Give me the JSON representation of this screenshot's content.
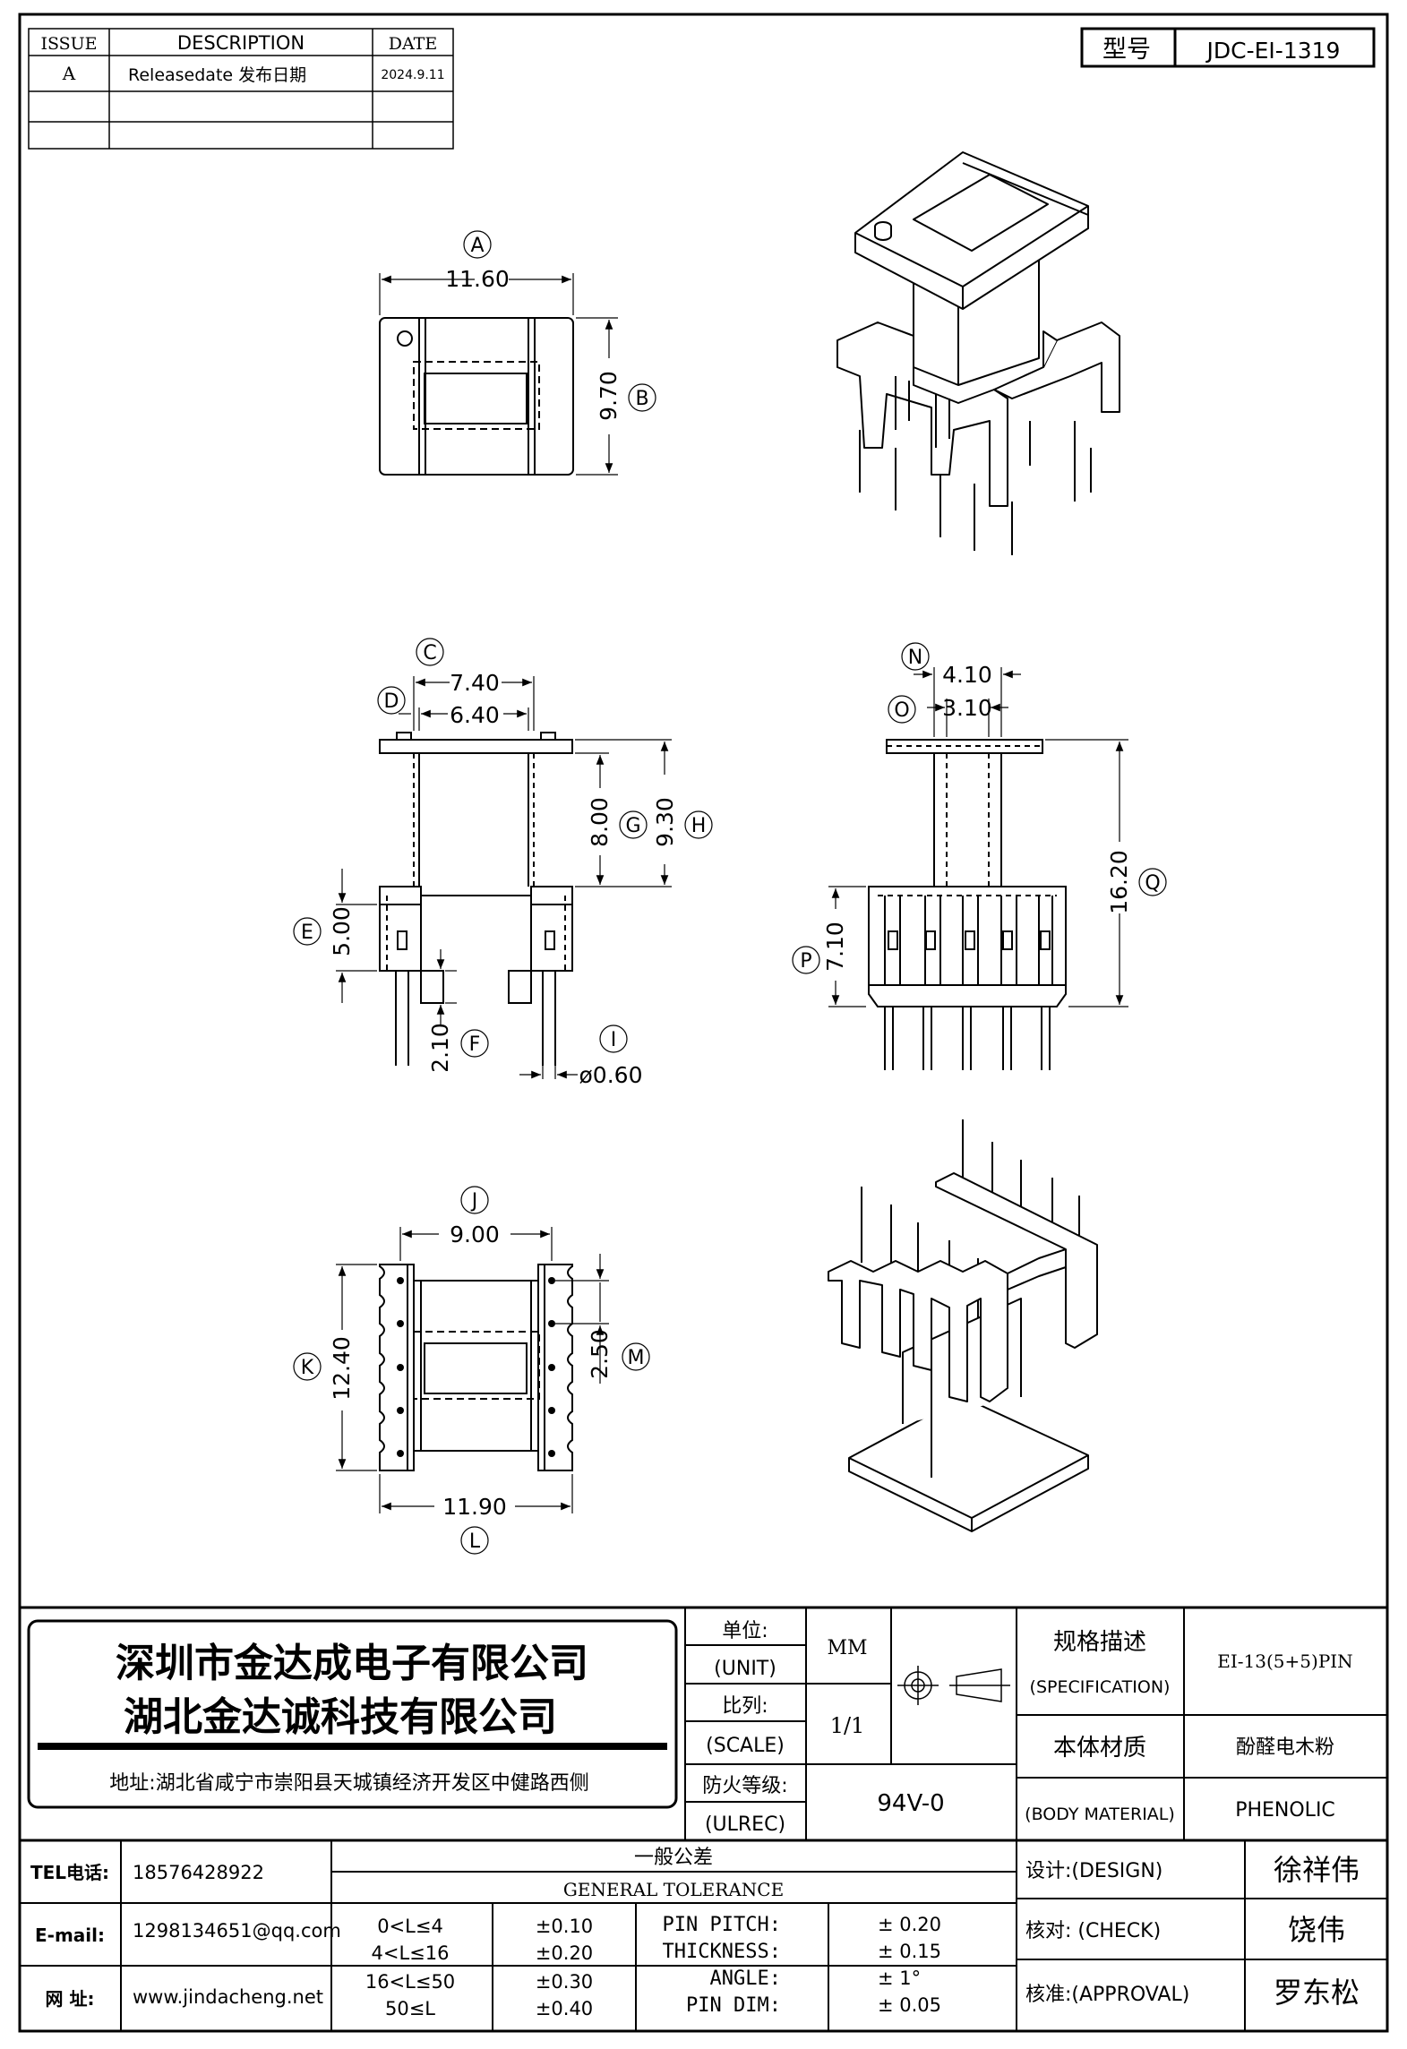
{
  "revision_table": {
    "headers": [
      "ISSUE",
      "DESCRIPTION",
      "DATE"
    ],
    "rows": [
      {
        "issue": "A",
        "description": "Releasedate 发布日期",
        "date": "2024.9.11"
      }
    ]
  },
  "model": {
    "label": "型号",
    "value": "JDC-EI-1319"
  },
  "dimensions": {
    "A": {
      "letter": "A",
      "value": "11.60"
    },
    "B": {
      "letter": "B",
      "value": "9.70"
    },
    "C": {
      "letter": "C",
      "value": "7.40"
    },
    "D": {
      "letter": "D",
      "value": "6.40"
    },
    "E": {
      "letter": "E",
      "value": "5.00"
    },
    "F": {
      "letter": "F",
      "value": "2.10"
    },
    "G": {
      "letter": "G",
      "value": "8.00"
    },
    "H": {
      "letter": "H",
      "value": "9.30"
    },
    "I": {
      "letter": "I",
      "value": "ø0.60"
    },
    "J": {
      "letter": "J",
      "value": "9.00"
    },
    "K": {
      "letter": "K",
      "value": "12.40"
    },
    "L": {
      "letter": "L",
      "value": "11.90"
    },
    "M": {
      "letter": "M",
      "value": "2.50"
    },
    "N": {
      "letter": "N",
      "value": "4.10"
    },
    "O": {
      "letter": "O",
      "value": "3.10"
    },
    "P": {
      "letter": "P",
      "value": "7.10"
    },
    "Q": {
      "letter": "Q",
      "value": "16.20"
    }
  },
  "company": {
    "name1": "深圳市金达成电子有限公司",
    "name2": "湖北金达诚科技有限公司",
    "address": "地址:湖北省咸宁市崇阳县天城镇经济开发区中健路西侧"
  },
  "specs": {
    "unit_label_cn": "单位:",
    "unit_label_en": "(UNIT)",
    "unit_value": "MM",
    "scale_label_cn": "比列:",
    "scale_label_en": "(SCALE)",
    "scale_value": "1/1",
    "fire_label_cn": "防火等级:",
    "fire_label_en": "(ULREC)",
    "fire_value": "94V-0",
    "spec_label_cn": "规格描述",
    "spec_label_en": "(SPECIFICATION)",
    "spec_value": "EI-13(5+5)PIN",
    "material_label_cn": "本体材质",
    "material_label_en": "(BODY MATERIAL)",
    "material_value_cn": "酚醛电木粉",
    "material_value_en": "PHENOLIC"
  },
  "contact": {
    "tel_label": "TEL电话:",
    "tel_value": "18576428922",
    "email_label": "E-mail:",
    "email_value": "1298134651@qq.com",
    "web_label": "网   址:",
    "web_value": "www.jindacheng.net"
  },
  "tolerance": {
    "title_cn": "一般公差",
    "title_en": "GENERAL  TOLERANCE",
    "ranges": [
      {
        "range": "0<L≤4",
        "value": "±0.10"
      },
      {
        "range": "4<L≤16",
        "value": "±0.20"
      },
      {
        "range": "16<L≤50",
        "value": "±0.30"
      },
      {
        "range": "50≤L",
        "value": "±0.40"
      }
    ],
    "items": [
      {
        "name": "PIN PITCH:",
        "value": "±  0.20"
      },
      {
        "name": "THICKNESS:",
        "value": "±  0.15"
      },
      {
        "name": "ANGLE:",
        "value": "±  1°"
      },
      {
        "name": "PIN DIM:",
        "value": "±  0.05"
      }
    ]
  },
  "signoff": {
    "design_label": "设计:(DESIGN)",
    "design_name": "徐祥伟",
    "check_label": "核对: (CHECK)",
    "check_name": "饶伟",
    "approval_label": "核准:(APPROVAL)",
    "approval_name": "罗东松"
  }
}
